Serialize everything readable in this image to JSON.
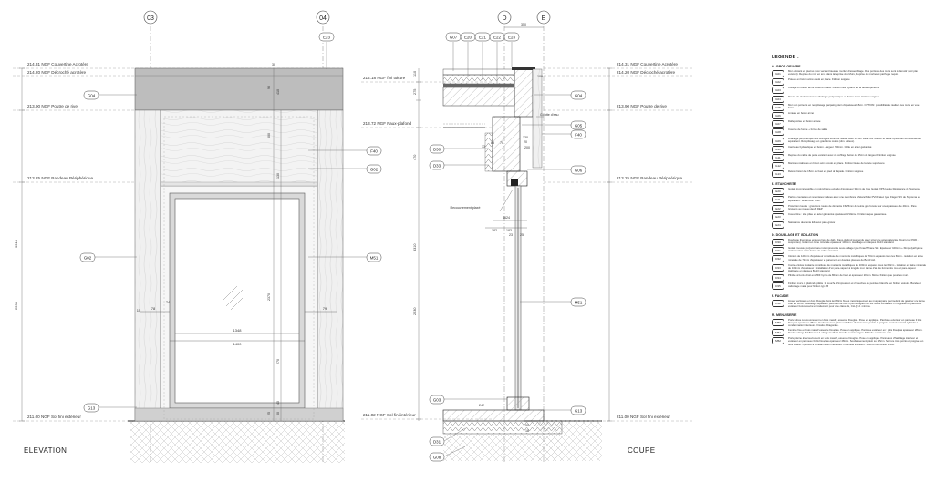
{
  "sheet": {
    "title_left": "ELEVATION",
    "title_right": "COUPE"
  },
  "grid": {
    "c03": "03",
    "c04": "04",
    "cD": "D",
    "cE": "E"
  },
  "levels_left": {
    "l1": "214.31 NGF Couvertine Acrotère",
    "l2": "214.20 NGF Décroché acrotère",
    "l3": "213.90 NGF Poutre de rive",
    "l4": "213.25 NGF Bandeau Périphérique",
    "l5": "211.00 NGF Sol fini extérieur"
  },
  "levels_mid": {
    "l1": "214.18 NGF fini toiture",
    "l2": "213.72 NGF Faux-plafond",
    "l3": "211.02 NGF Sol fini intérieur"
  },
  "levels_right": {
    "l1": "214.31 NGF Couvertine Acrotère",
    "l2": "214.20 NGF Décroché acrotère",
    "l3": "213.90 NGF Poutre de rive",
    "l4": "213.25 NGF Bandeau Périphérique",
    "l5": "211.00 NGF Sol fini extérieur"
  },
  "tags_elev": {
    "e23": "E23",
    "g04": "G04",
    "f40": "F40",
    "g02a": "G02",
    "g02b": "G02",
    "m51": "M51",
    "g13": "G13"
  },
  "tags_sect": {
    "g07": "G07",
    "e20": "E20",
    "e21": "E21",
    "e22": "E22",
    "e23": "E23",
    "g04": "G04",
    "g05": "G05",
    "f40": "F40",
    "g06": "G06",
    "d30": "D30",
    "d33": "D33",
    "m51": "M51",
    "g03": "G03",
    "g13": "G13",
    "d31": "D31",
    "g08": "G08"
  },
  "dims_elev": {
    "w1348": "1348",
    "w1400": "1400",
    "h3310": "3310",
    "h2230": "2230",
    "h2370": "2370",
    "v90": "90",
    "v410": "410",
    "v600": "600",
    "v30": "30",
    "v130": "130",
    "v270": "270",
    "v78": "78",
    "v79": "79",
    "v15": "15",
    "v25": "25",
    "v50": "50",
    "v40": "40",
    "v74": "74"
  },
  "dims_sect": {
    "d350": "350",
    "d110": "110",
    "d275": "275",
    "d470": "470",
    "d3310": "3310",
    "d2230": "2230",
    "d130": "130",
    "d85": "85",
    "d70": "70",
    "d13": "13",
    "d20": "20",
    "d200": "200",
    "d182": "182",
    "d4624": "4624",
    "d183": "183",
    "d23": "23",
    "d25": "25",
    "d242": "242",
    "d50": "50",
    "d18": "18",
    "d100": "100"
  },
  "notes": {
    "goutte": "Goutte d'eau",
    "recouvrement": "Recouvrement plaxé"
  },
  "legend": {
    "title": "LEGENDE :",
    "sections": [
      {
        "title": "G. GROS OEUVRE",
        "items": [
          {
            "tag": "G01",
            "text": "Mur existant en pierres (non versant liées au mortier d'assemblage. Des portions des murs sont à démolir (voir plan existant). Reprise du mur en ème dans la reprise des Murs, Reprise du mortier et parthage requis."
          },
          {
            "tag": "G02",
            "text": "Poteau en béton armé coulé en place. Finition soignée"
          },
          {
            "tag": "G03",
            "text": "Collage en béton armé coulé en place. Finition lissé Quartz de la face supérieure"
          },
          {
            "tag": "G04",
            "text": "Poutre de rive formant un chaînage périphérique en béton armé. Finition soignée"
          },
          {
            "tag": "G05",
            "text": "Mur non porteurs en remplissage parpaing plein d'épaisseur 15cm. OPTION: possibilité de réaliser ces murs en voile béton"
          },
          {
            "tag": "G06",
            "text": "Linteau en béton armé"
          },
          {
            "tag": "G07",
            "text": "Dalle portée en béton armée"
          },
          {
            "tag": "G08",
            "text": "Couche de forme + forme de sable"
          },
          {
            "tag": "G09",
            "text": "Drainage périphérique des ouvrages enterrés réalisé avec un film Delta MS fixation et Delta Opticdrain de Doerken ou équivalent. Remplissage en gravillons roulés (dim. tuileux)."
          },
          {
            "tag": "G10",
            "text": "Caniveau hydraulique en béton. Largeur 150mm. Grille en acier galvanisé"
          },
          {
            "tag": "G11",
            "text": "Reprise du cadre de porte existant avec un coffrage béton de 15cm de largeur. Finition soignée"
          },
          {
            "tag": "G12",
            "text": "Marches réalisées en béton armé coulé en place. Finition lissée de la face supérieure"
          },
          {
            "tag": "G13",
            "text": "Relevé béton de 15cm de haut en pied de façade. Finition soignée"
          }
        ]
      },
      {
        "title": "E. ETANCHEITE",
        "items": [
          {
            "tag": "E20",
            "text": "Isolant incompressible en polystyrène extrudé d'épaisseur 30mm de type Isolant XPS Haute Résistance de Soprema."
          },
          {
            "tag": "E21",
            "text": "Parties courantes et remontées traitées avec une membrane d'étanchéité PVC Fatec type Flagon SV de Soprema ou équivalent. Teinte RAL 7012."
          },
          {
            "tag": "E22",
            "text": "Protection lourde : gravillons roulés de diamètre 15-25mm de teinte gris foncée sur une épaisseur de 40mm. Pare Graviers au niveau des Z DEP"
          },
          {
            "tag": "E23",
            "text": "Couvertine : tôle pliée en acier galvanisé épaisseur 3/10ème. Finition laque galvanisée."
          },
          {
            "tag": "E24",
            "text": "Naissance descente EP avec pare-gravier"
          }
        ]
      },
      {
        "title": "D. DOUBLAGE ET ISOLATION",
        "items": [
          {
            "tag": "D30",
            "text": "Doublage thermique en sous face de dalle. Faux-plafond suspendu avec structure acier galvanisé (fourrures F530 + suspentes). Isolant en laine minérale épaisseur 100mm. Habillage en plaques BA13 standard."
          },
          {
            "tag": "D31",
            "text": "Isolant mousse polyuréthane incompressible sous dallage type Knauf Thane Sol. Epaisseur 100mm + film polyéthylène antiremontée entre forme de sable et isolant."
          },
          {
            "tag": "D32",
            "text": "Cloison de 122mm d'épaisseur constituée de montants métalliques de 70mm espacés tous les 60cm - isolation en laine minérale de 70mm d'épaisseur et parement en doubles plaques de BA13 std."
          },
          {
            "tag": "D33",
            "text": "Contre-cloison isolante constituée de montants métalliques de 100mm espacés tous les 60cm - isolation en laine minérale de 100mm d'épaisseur - installation d'un pare-vapeur à long du mur. Lame d'air de 2cm entre mur et pare-vapeur. Habillage en plaques BA13 standard."
          },
          {
            "tag": "D34",
            "text": "Plinthe à bords droit en MDF hydro de 80mm de haut et épaisseur 20mm. Même finition que pour les murs."
          },
          {
            "tag": "D35",
            "text": "Finition murs et plafonds plâtre : 1 couche d'impression et 2 couches de peinture blanche en finition velouté. Bande et calicotage ma'ta pour finition type B"
          }
        ]
      },
      {
        "title": "F. FACADE",
        "items": [
          {
            "tag": "F40",
            "text": "Lisses verticales en bois Douglas bois les 80cm fixées mécaniquement au mur parpaing permettant de générer une lame d'air de 30mm. Habillage façade en panneau de bois 3 plis Douglas fixé sur lisses verticales. L'intégralité du parement extérieur bois recevra un traitement pour une classe E, CLL@ d. minima."
          }
        ]
      },
      {
        "title": "M. MENUISERIE",
        "items": [
          {
            "tag": "M50",
            "text": "Porte vitrée à recouvrement en bois massif, essence Douglas. Pose en applique. Parclose extérieur en panneau 3 plis Douglas épaisseur 28mm. Soubassement plein sur 15cm. Serrure trois points et poignée en bois massif. Cylindre à condamnation intérieure. Fixation Diagonale."
          },
          {
            "tag": "M51",
            "text": "Fenêtre fixe en bois massif essence Douglas. Pose en applique. Parclose extérieur en 3 plis Douglas épaisseur 28mm. Double vitrage 4/16/4 avec 1 vitrage feuilleté lamellé ou Gaz argon. Tablette extérieure bois."
          },
          {
            "tag": "M52",
            "text": "Porte pleine à recouvrement en bois massif, essence Douglas. Pose en applique. Panneaux d'habillage intérieur et extérieur en panneau 3 plis Douglas épaisseur 28mm. Soubassement plein sur 15cm. Serrure trois points et poignée en bois massif. Cylindre à condamnation intérieure. Paumelle à ressort. Seuil en aluminium PMR."
          }
        ]
      }
    ]
  }
}
